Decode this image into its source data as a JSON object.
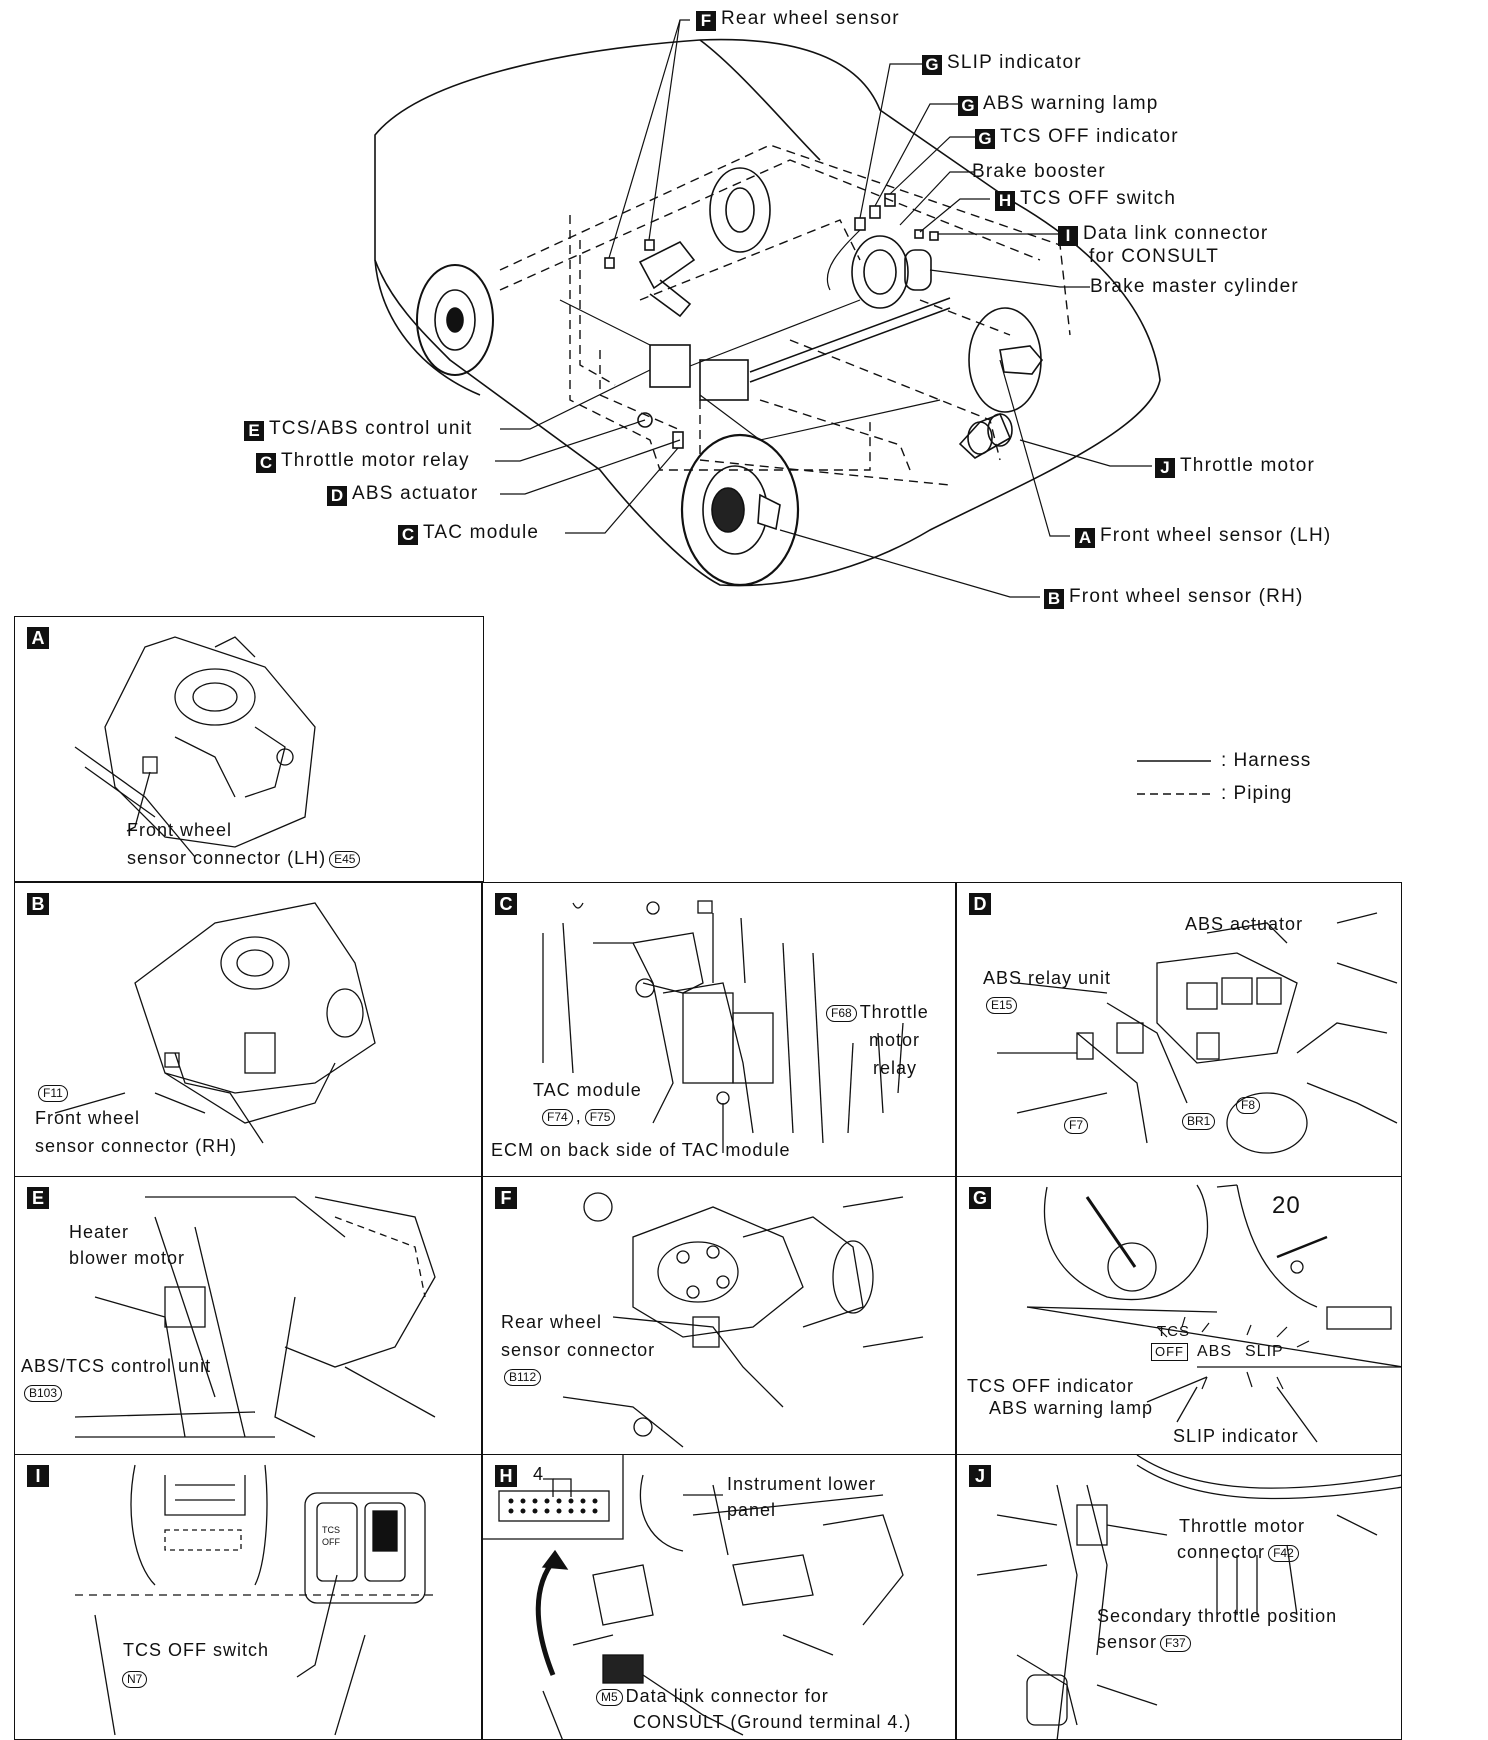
{
  "overview": {
    "callouts": [
      {
        "id": "rear-wheel-sensor",
        "letter": "F",
        "text": "Rear wheel sensor"
      },
      {
        "id": "slip-indicator",
        "letter": "G",
        "text": "SLIP indicator"
      },
      {
        "id": "abs-warning-lamp",
        "letter": "G",
        "text": "ABS warning lamp"
      },
      {
        "id": "tcs-off-indicator",
        "letter": "G",
        "text": "TCS OFF indicator"
      },
      {
        "id": "brake-booster",
        "letter": "",
        "text": "Brake booster"
      },
      {
        "id": "tcs-off-switch",
        "letter": "H",
        "text": "TCS OFF switch"
      },
      {
        "id": "data-link-connector",
        "letter": "I",
        "text": "Data link connector",
        "text2": "for CONSULT"
      },
      {
        "id": "brake-master-cylinder",
        "letter": "",
        "text": "Brake master cylinder"
      },
      {
        "id": "tcs-abs-control-unit",
        "letter": "E",
        "text": "TCS/ABS control unit"
      },
      {
        "id": "throttle-motor-relay",
        "letter": "C",
        "text": "Throttle motor relay"
      },
      {
        "id": "abs-actuator",
        "letter": "D",
        "text": "ABS actuator"
      },
      {
        "id": "tac-module",
        "letter": "C",
        "text": "TAC module"
      },
      {
        "id": "throttle-motor",
        "letter": "J",
        "text": "Throttle motor"
      },
      {
        "id": "front-wheel-sensor-lh",
        "letter": "A",
        "text": "Front wheel sensor (LH)"
      },
      {
        "id": "front-wheel-sensor-rh",
        "letter": "B",
        "text": "Front wheel sensor (RH)"
      }
    ]
  },
  "legend": {
    "harness": ": Harness",
    "piping": ": Piping"
  },
  "panels": {
    "A": {
      "letter": "A",
      "line1": "Front wheel",
      "line2": "sensor connector (LH)",
      "code": "E45"
    },
    "B": {
      "letter": "B",
      "code": "F11",
      "line1": "Front wheel",
      "line2": "sensor connector (RH)"
    },
    "C": {
      "letter": "C",
      "code_relay": "F68",
      "relay1": "Throttle",
      "relay2": "motor",
      "relay3": "relay",
      "tac": "TAC module",
      "code_tac1": "F74",
      "sep": ",",
      "code_tac2": "F75",
      "ecm": "ECM on back side of TAC module"
    },
    "D": {
      "letter": "D",
      "actuator": "ABS actuator",
      "relay": "ABS relay unit",
      "code_e15": "E15",
      "code_f7": "F7",
      "code_br1": "BR1",
      "code_f8": "F8"
    },
    "E": {
      "letter": "E",
      "heater1": "Heater",
      "heater2": "blower motor",
      "unit": "ABS/TCS control unit",
      "code": "B103"
    },
    "F": {
      "letter": "F",
      "line1": "Rear wheel",
      "line2": "sensor connector",
      "code": "B112"
    },
    "G": {
      "letter": "G",
      "gauge_number": "20",
      "tcs": "TCS",
      "off": "OFF",
      "abs": "ABS",
      "slip": "SLIP",
      "tcs_off": "TCS OFF indicator",
      "abs_lamp": "ABS warning lamp",
      "slip_indicator": "SLIP indicator"
    },
    "I": {
      "letter": "I",
      "switch_label": "TCS OFF switch",
      "code": "N7",
      "sw_tcs": "TCS",
      "sw_off": "OFF"
    },
    "H": {
      "letter": "H",
      "terminal": "4",
      "panel1": "Instrument lower",
      "panel2": "panel",
      "code": "M5",
      "dlc1": "Data link connector for",
      "dlc2": "CONSULT (Ground terminal 4.)"
    },
    "J": {
      "letter": "J",
      "motor1": "Throttle motor",
      "motor2": "connector",
      "code_motor": "F42",
      "tps1": "Secondary throttle position",
      "tps2": "sensor",
      "code_tps": "F37"
    }
  }
}
